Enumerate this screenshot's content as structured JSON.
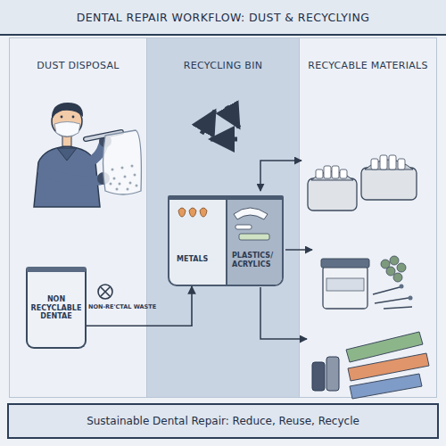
{
  "diagram": {
    "title": "DENTAL REPAIR WORKFLOW: DUST & RECYCLYING",
    "caption": "Sustainable Dental Repair: Reduce, Reuse, Recycle",
    "nodes": [
      {
        "text": [
          "DUST DISPOSAL"
        ]
      },
      {
        "text": [
          "NON RECYCLABLE DENTAE"
        ],
        "in": 0
      },
      {
        "text": [
          "RECYCLING BIN"
        ]
      },
      {
        "text": [
          "METALS",
          "PLASTICS/ ACRYLICS"
        ],
        "in": 2
      },
      {
        "text": [
          "RECYCABLE MATERIALS"
        ]
      }
    ],
    "edges": [
      {
        "from": 1,
        "to": 3,
        "arrow": "to"
      }
    ],
    "labels": [
      "NON-RE'CTAL WASTE"
    ]
  }
}
